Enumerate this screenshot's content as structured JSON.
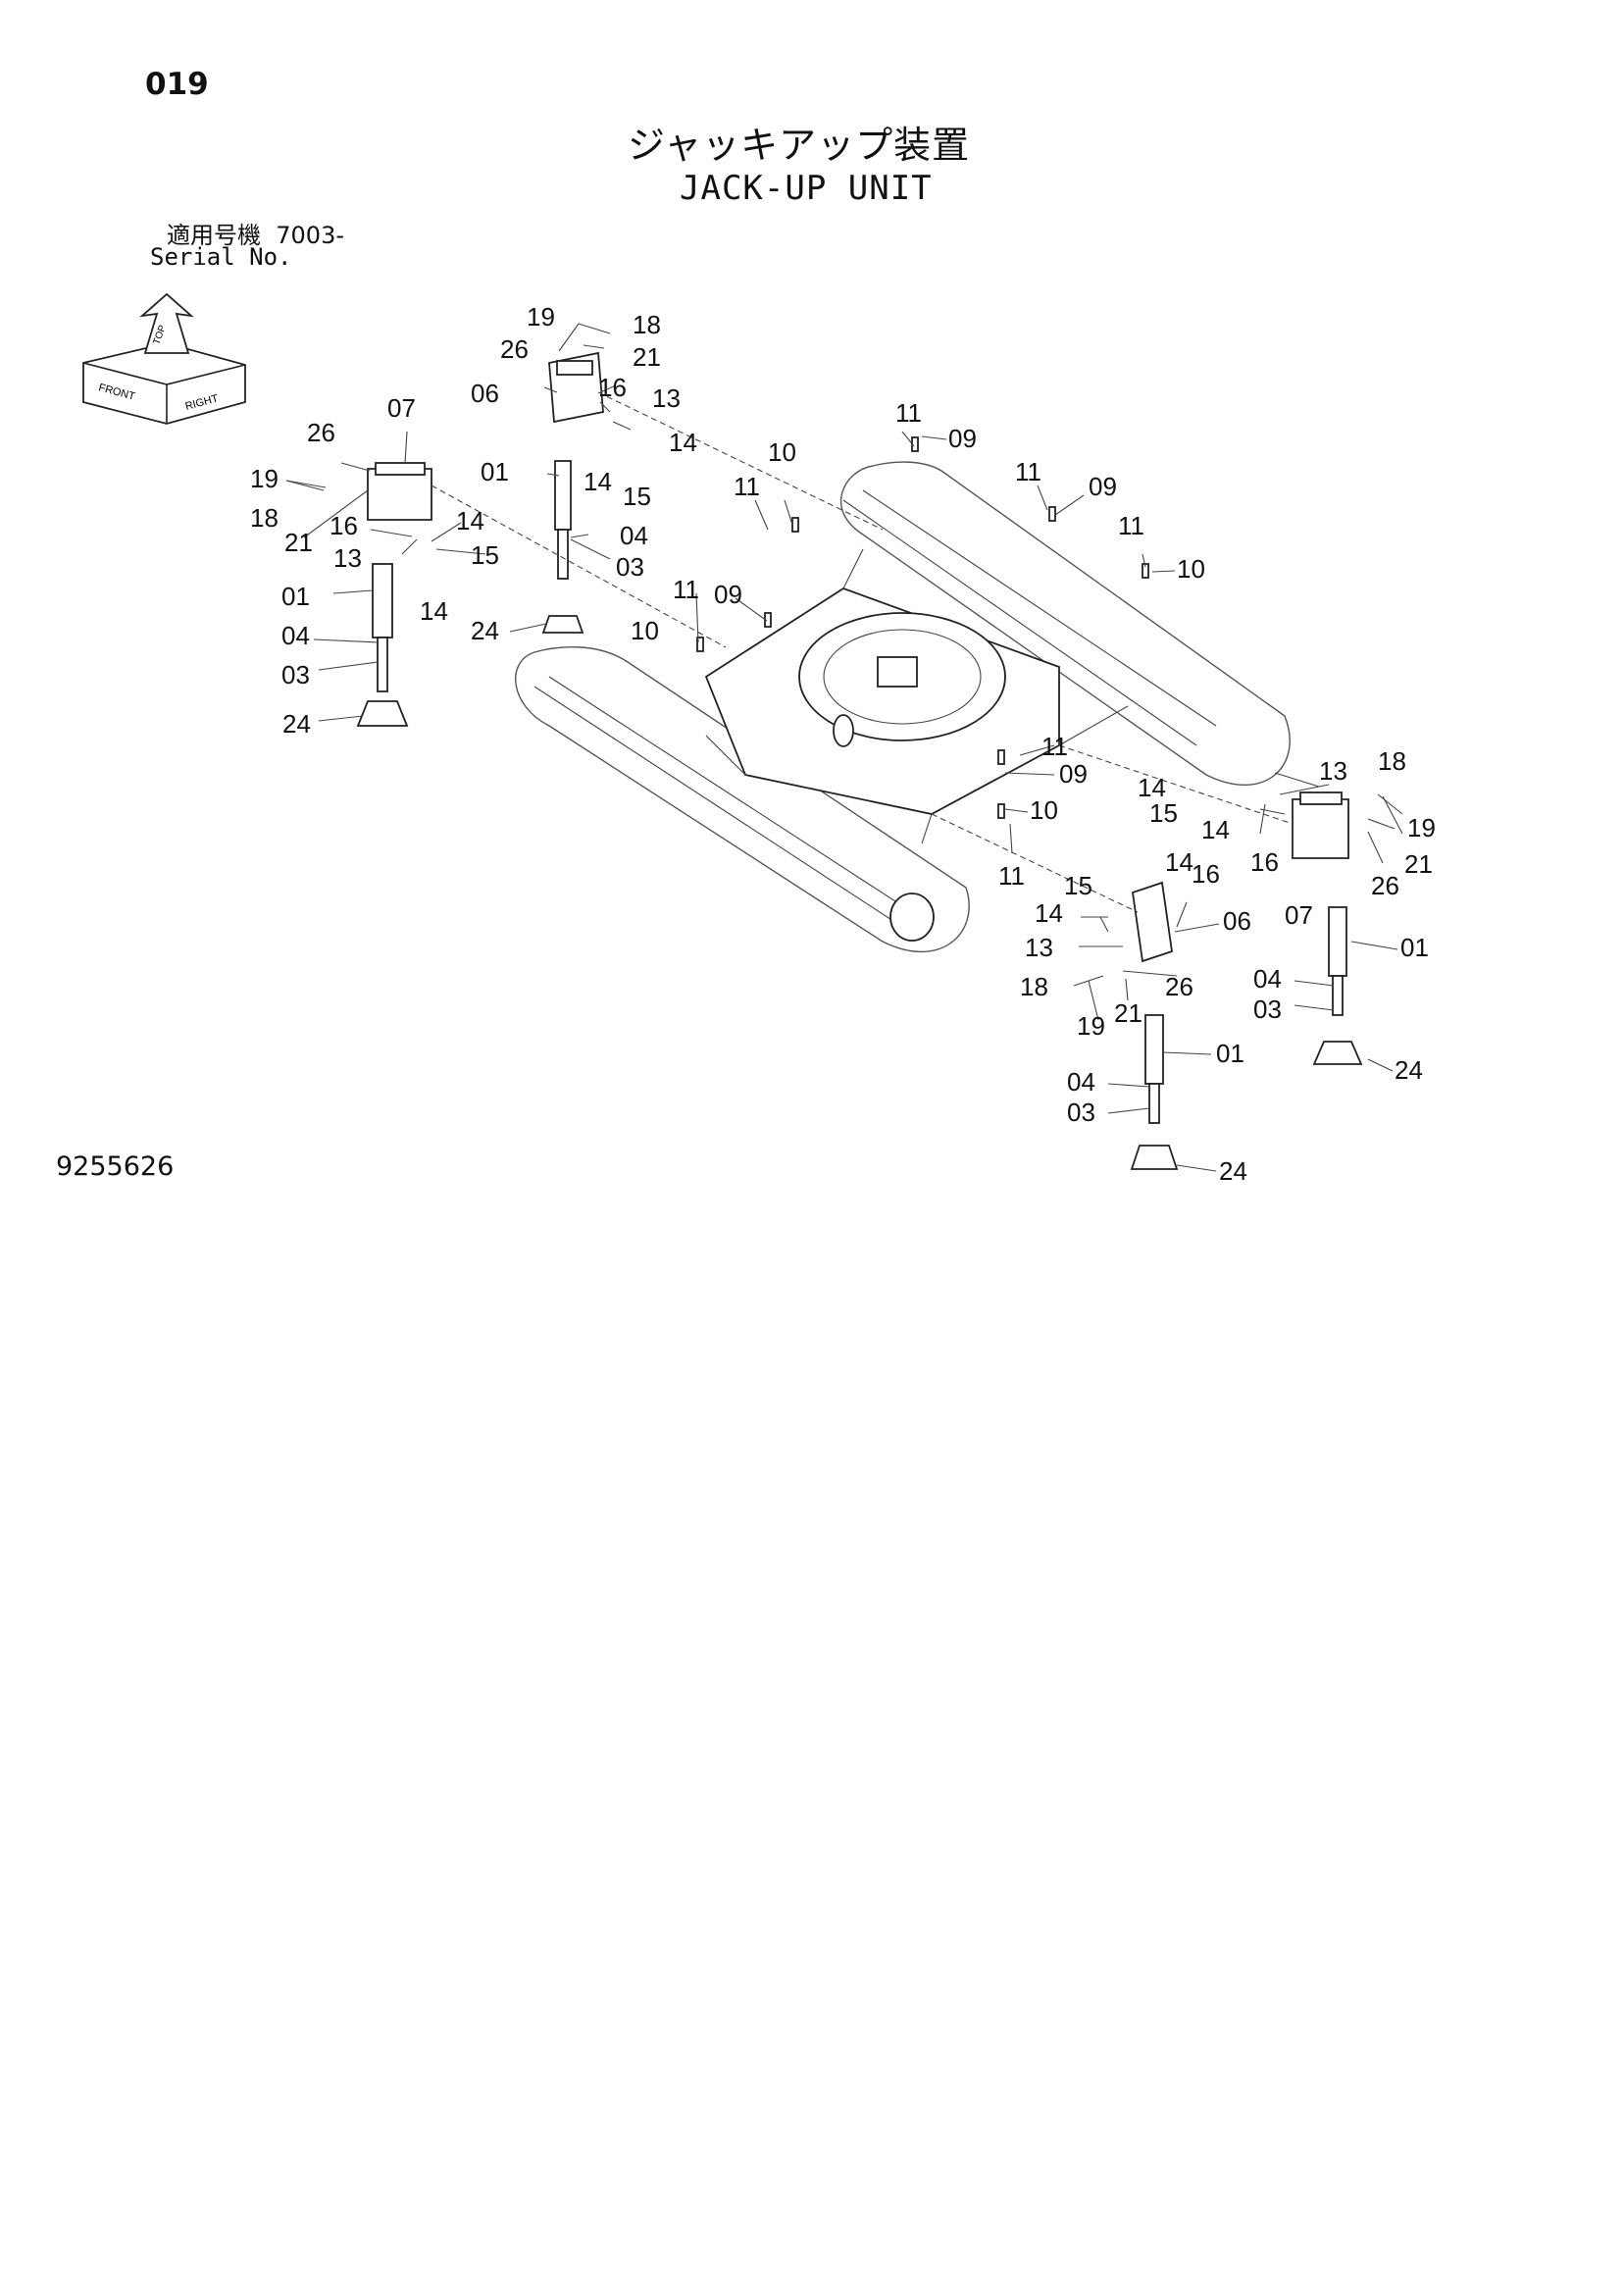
{
  "header": {
    "page_number": "019",
    "title_ja": "ジャッキアップ装置",
    "title_en": "JACK-UP UNIT",
    "serial_label_ja": "適用号機",
    "serial_value": "7003-",
    "serial_label_en": "Serial No."
  },
  "footer": {
    "doc_number": "9255626"
  },
  "direction_icon": {
    "label_front": "FRONT",
    "label_right": "RIGHT",
    "label_top": "TOP"
  },
  "callouts": {
    "c01a": "01",
    "c01b": "01",
    "c01c": "01",
    "c01d": "01",
    "c03a": "03",
    "c03b": "03",
    "c03c": "03",
    "c03d": "03",
    "c04a": "04",
    "c04b": "04",
    "c04c": "04",
    "c04d": "04",
    "c06a": "06",
    "c06b": "06",
    "c07a": "07",
    "c07b": "07",
    "c09a": "09",
    "c09b": "09",
    "c09c": "09",
    "c09d": "09",
    "c10a": "10",
    "c10b": "10",
    "c10c": "10",
    "c10d": "10",
    "c11a": "11",
    "c11b": "11",
    "c11c": "11",
    "c11d": "11",
    "c11e": "11",
    "c11f": "11",
    "c11g": "11",
    "c13a": "13",
    "c13b": "13",
    "c13c": "13",
    "c13d": "13",
    "c14a": "14",
    "c14b": "14",
    "c14c": "14",
    "c14d": "14",
    "c14e": "14",
    "c14f": "14",
    "c14g": "14",
    "c14h": "14",
    "c15a": "15",
    "c15b": "15",
    "c15c": "15",
    "c15d": "15",
    "c16a": "16",
    "c16b": "16",
    "c16c": "16",
    "c16d": "16",
    "c18a": "18",
    "c18b": "18",
    "c18c": "18",
    "c18d": "18",
    "c19a": "19",
    "c19b": "19",
    "c19c": "19",
    "c19d": "19",
    "c21a": "21",
    "c21b": "21",
    "c21c": "21",
    "c21d": "21",
    "c24a": "24",
    "c24b": "24",
    "c24c": "24",
    "c24d": "24",
    "c26a": "26",
    "c26b": "26",
    "c26c": "26",
    "c26d": "26"
  }
}
